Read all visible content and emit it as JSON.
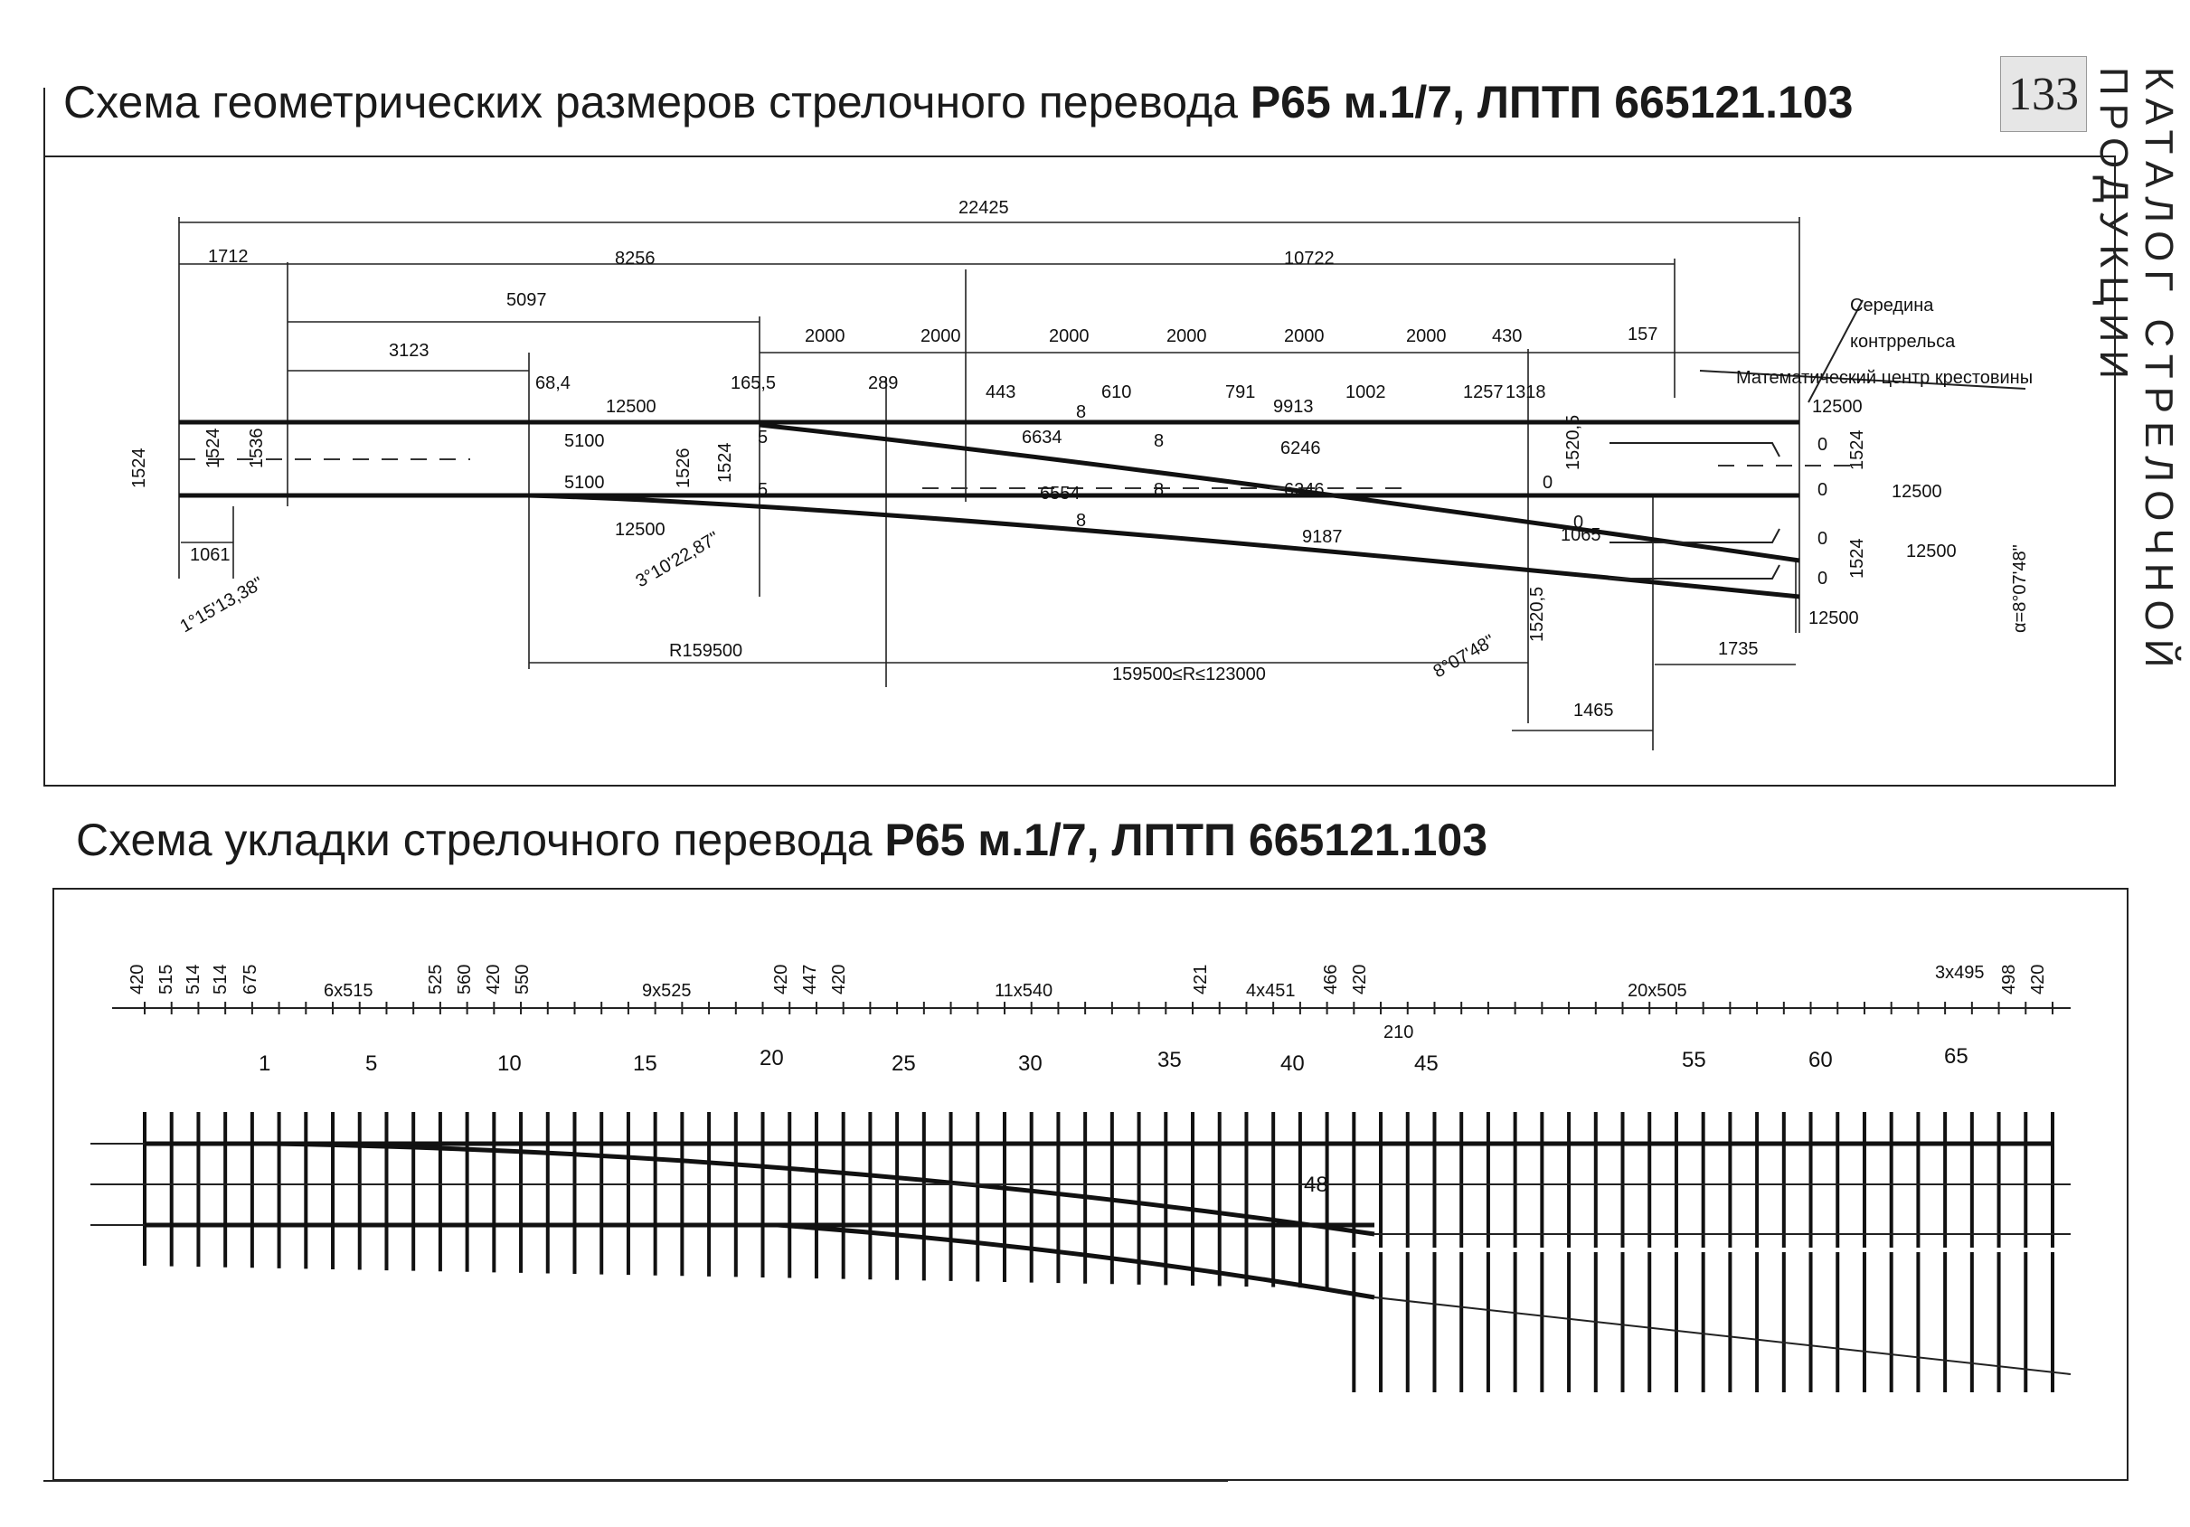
{
  "header": {
    "title_prefix": "Схема геометрических размеров стрелочного перевода ",
    "title_bold": "Р65 м.1/7, ЛПТП 665121.103",
    "page_number": "133",
    "side_caption": "КАТАЛОГ СТРЕЛОЧНОЙ ПРОДУКЦИИ"
  },
  "geometry": {
    "dims_top": [
      "22425",
      "1712",
      "8256",
      "10722",
      "5097",
      "3123",
      "2000",
      "2000",
      "2000",
      "2000",
      "2000",
      "2000",
      "430",
      "157"
    ],
    "offsets": [
      "68,4",
      "165,5",
      "289",
      "443",
      "610",
      "791",
      "1002",
      "1257",
      "1318"
    ],
    "rails": [
      "12500",
      "5100",
      "5100",
      "12500",
      "6634",
      "6246",
      "6554",
      "6246",
      "9187",
      "9913",
      "1065",
      "12500",
      "12500",
      "12500",
      "12500"
    ],
    "gauges": [
      "1524",
      "1524",
      "1536",
      "1526",
      "1524",
      "1520,5",
      "1520,5",
      "1524",
      "1524"
    ],
    "small": [
      "5",
      "5",
      "8",
      "8",
      "8",
      "8",
      "0",
      "0",
      "0",
      "0",
      "0",
      "0"
    ],
    "bottom_dims": [
      "1061",
      "R159500",
      "159500≤R≤123000",
      "1735",
      "1465"
    ],
    "angles": [
      "1°15'13,38\"",
      "3°10'22,87\"",
      "8°07'48\"",
      "α=8°07'48\""
    ],
    "notes": [
      "Середина",
      "контррельса",
      "Математический центр крестовины"
    ]
  },
  "layout_title": {
    "prefix": "Схема укладки стрелочного перевода ",
    "bold": "Р65 м.1/7,  ЛПТП 665121.103"
  },
  "layout": {
    "spacing": [
      "420",
      "515",
      "514",
      "514",
      "675",
      "6x515",
      "525",
      "560",
      "420",
      "550",
      "9x525",
      "420",
      "447",
      "420",
      "11x540",
      "421",
      "4x451",
      "466",
      "420",
      "210",
      "20x505",
      "3x495",
      "498",
      "420"
    ],
    "tie_numbers": [
      "1",
      "5",
      "10",
      "15",
      "20",
      "25",
      "30",
      "35",
      "40",
      "45",
      "48",
      "55",
      "60",
      "65"
    ]
  }
}
